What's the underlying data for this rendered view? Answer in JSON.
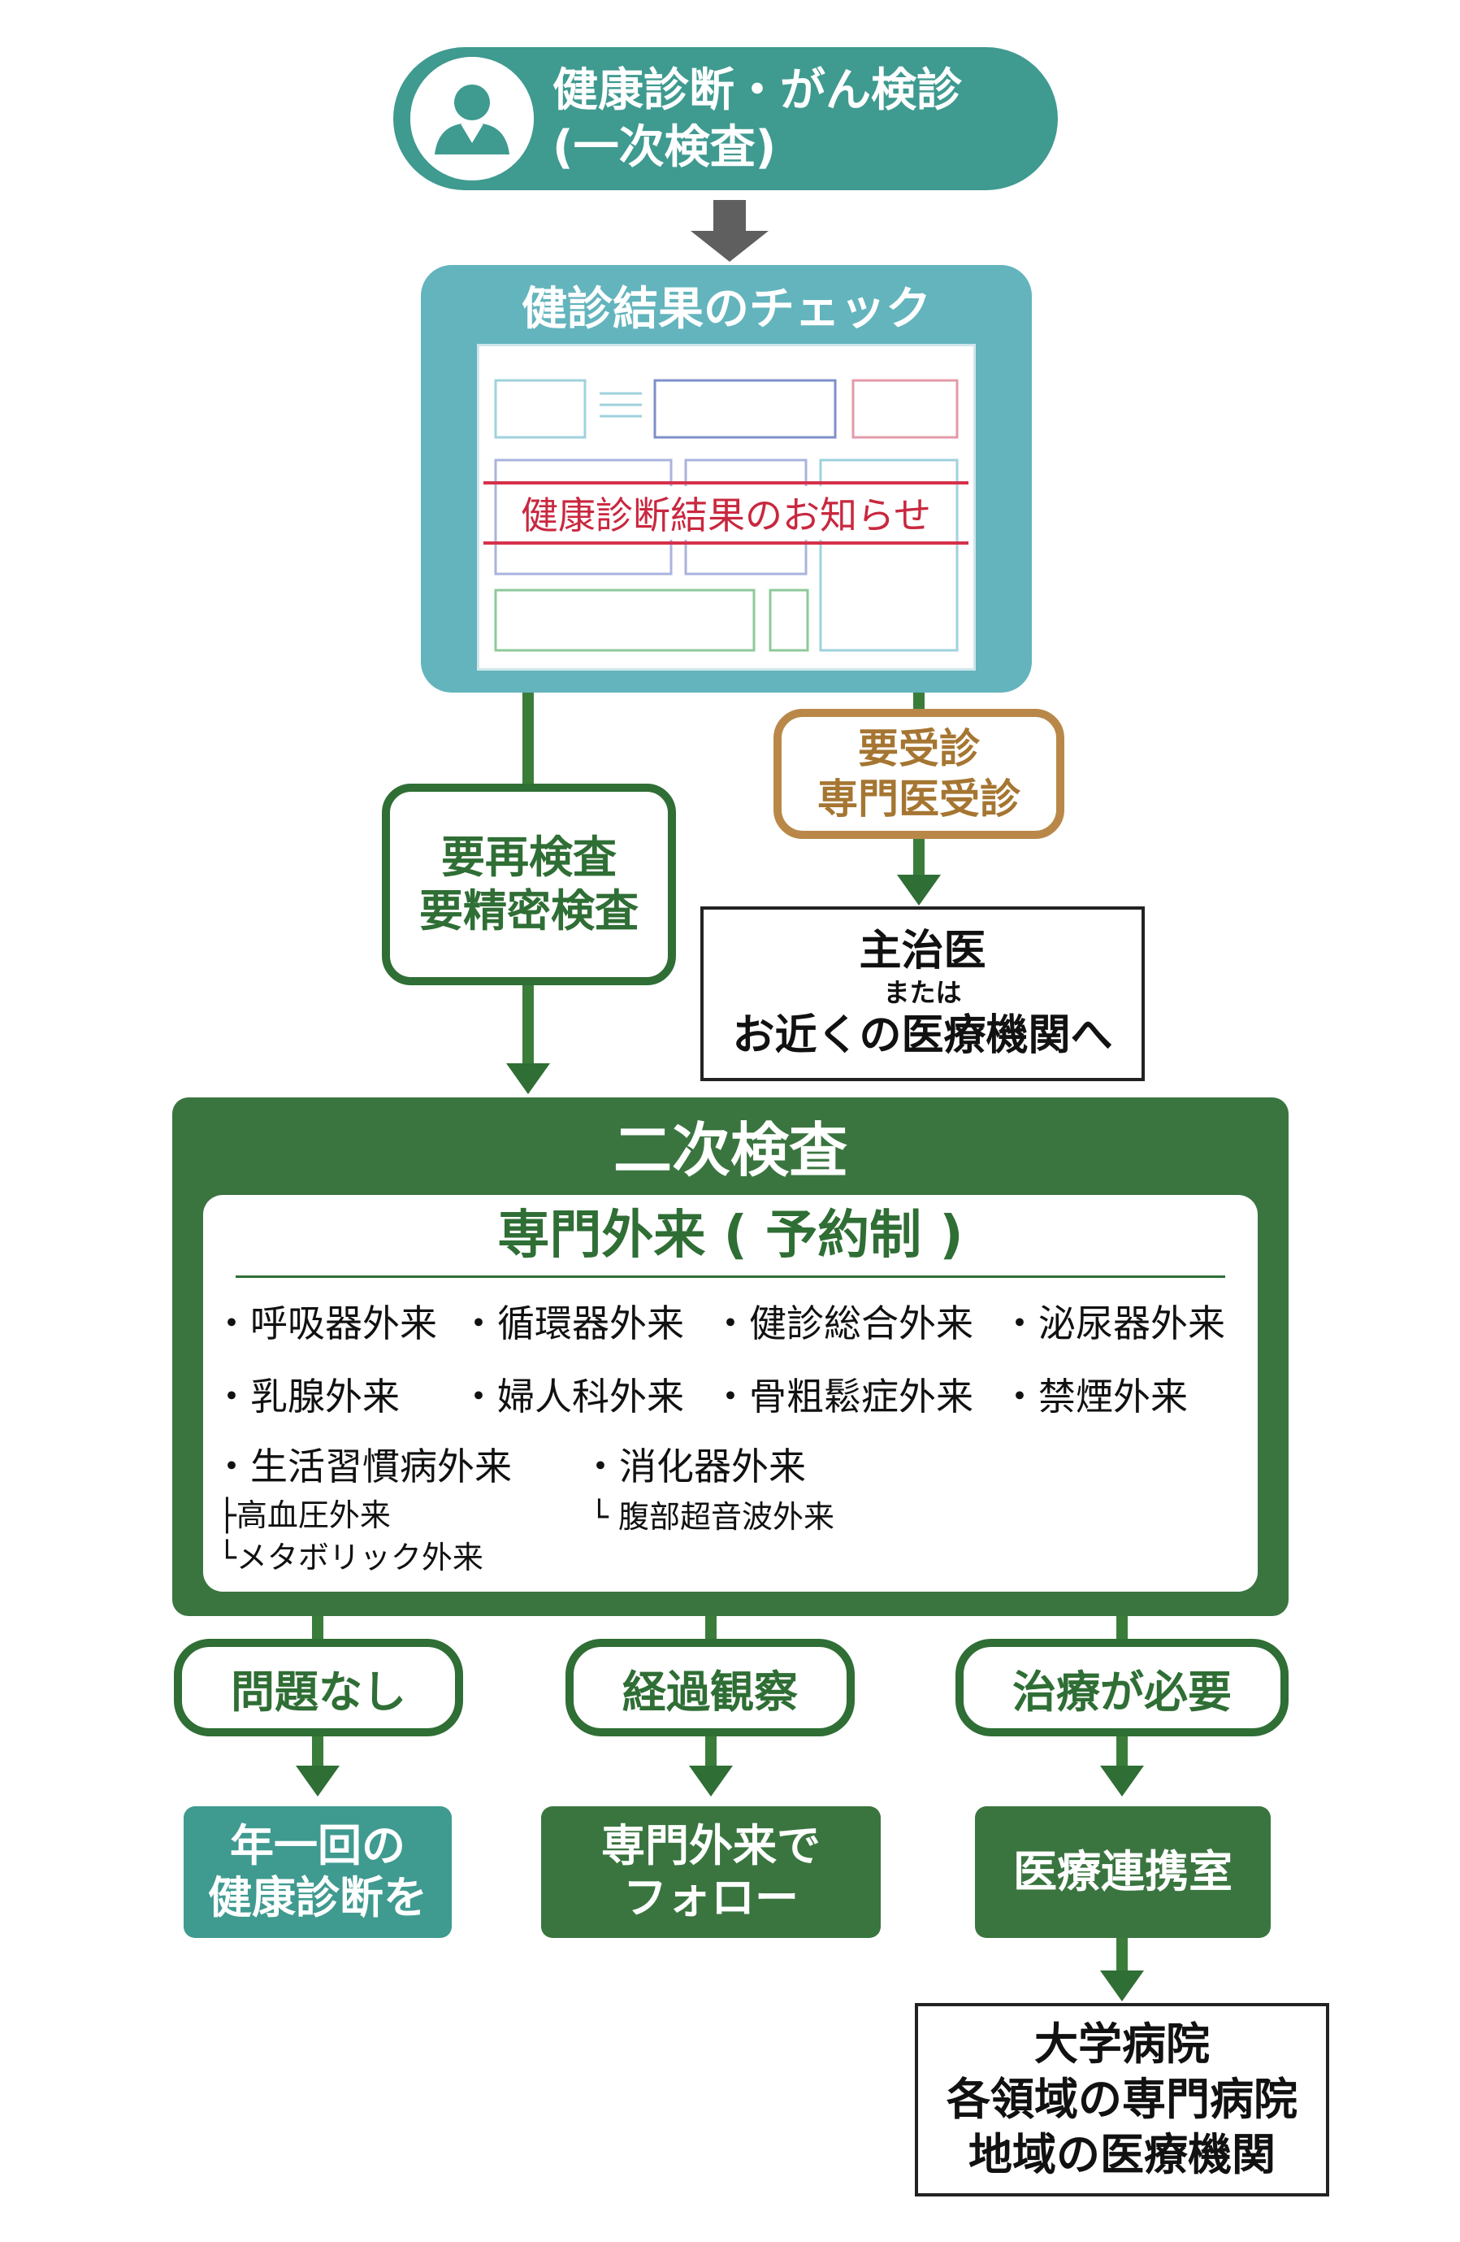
{
  "top": {
    "line1": "健康診断・がん検診",
    "line2": "(一次検査)"
  },
  "check": {
    "title": "健診結果のチェック",
    "document_banner": "健康診断結果のお知らせ"
  },
  "need_recheck": {
    "line1": "要再検査",
    "line2": "要精密検査"
  },
  "need_visit": {
    "line1": "要受診",
    "line2": "専門医受診"
  },
  "primary_doctor": {
    "line1": "主治医",
    "line2": "または",
    "line3": "お近くの医療機関へ"
  },
  "secondary": {
    "title": "二次検査",
    "subtitle": "専門外来 ( 予約制 )",
    "row1": [
      "・呼吸器外来",
      "・循環器外来",
      "・健診総合外来",
      "・泌尿器外来"
    ],
    "row2": [
      "・乳腺外来",
      "・婦人科外来",
      "・骨粗鬆症外来",
      "・禁煙外来"
    ],
    "row3": [
      "・生活習慣病外来",
      "・消化器外来"
    ],
    "lifestyle_sub": [
      "├高血圧外来",
      "└メタボリック外来"
    ],
    "digestive_sub": [
      "└ 腹部超音波外来"
    ]
  },
  "outcomes": {
    "no_problem": "問題なし",
    "observation": "経過観察",
    "treatment": "治療が必要"
  },
  "results": {
    "annual": {
      "line1": "年一回の",
      "line2": "健康診断を"
    },
    "follow": {
      "line1": "専門外来で",
      "line2": "フォロー"
    },
    "liaison": "医療連携室"
  },
  "final": {
    "line1": "大学病院",
    "line2": "各領域の専門病院",
    "line3": "地域の医療機関"
  },
  "colors": {
    "teal": "#3f9a90",
    "light_teal": "#63b4bd",
    "dark_green": "#3a7540",
    "brown": "#b98849",
    "red": "#d6304a"
  }
}
